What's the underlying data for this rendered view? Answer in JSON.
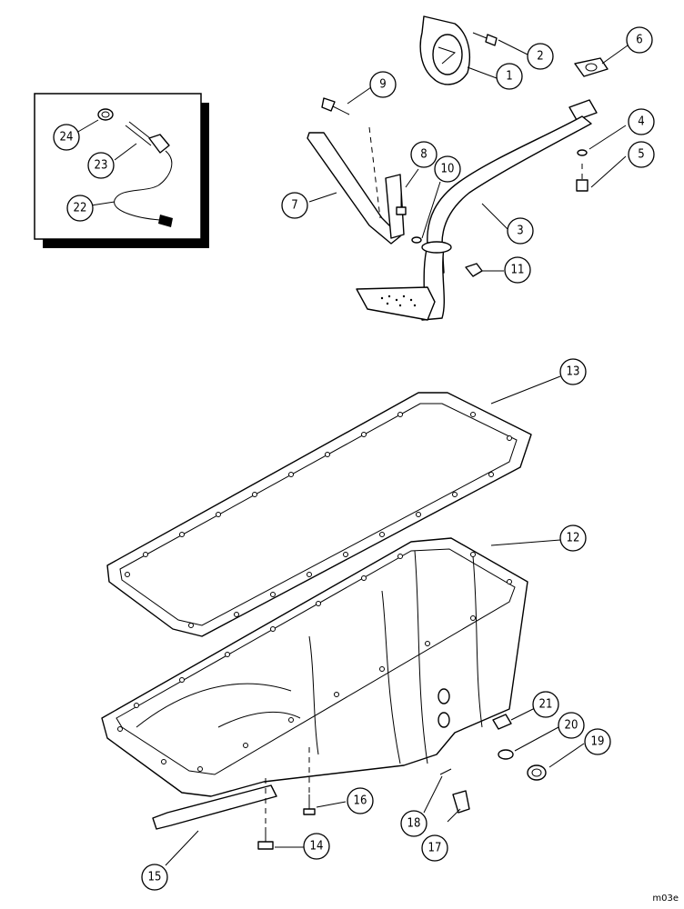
{
  "callouts": [
    "1",
    "2",
    "3",
    "4",
    "5",
    "6",
    "7",
    "8",
    "9",
    "10",
    "11",
    "12",
    "13",
    "14",
    "15",
    "16",
    "17",
    "18",
    "19",
    "20",
    "21",
    "22",
    "23",
    "24"
  ],
  "image_code": "m03e"
}
